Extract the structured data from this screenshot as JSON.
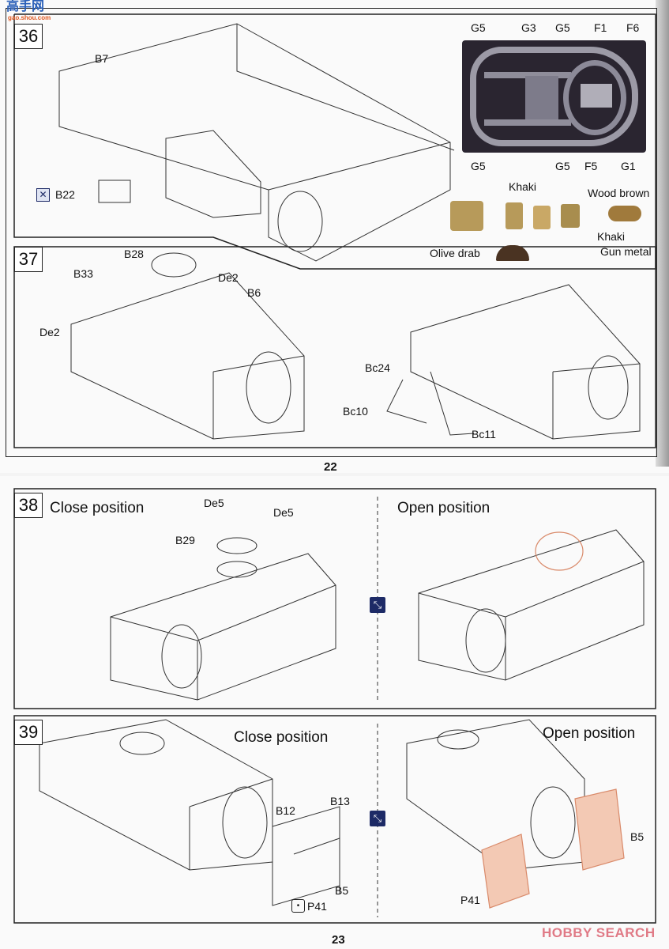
{
  "watermark_top": {
    "text": "高手网",
    "url_text": "gao.shou.com"
  },
  "watermark_bottom": "HOBBY SEARCH",
  "pages": [
    {
      "number": "22"
    },
    {
      "number": "23"
    }
  ],
  "steps": {
    "s36": {
      "number": "36",
      "labels": {
        "b7": "B7",
        "b22": "B22"
      },
      "photo_labels": [
        "G5",
        "G3",
        "G5",
        "F1",
        "F6",
        "G5",
        "G5",
        "F5",
        "G1"
      ],
      "paint": {
        "khaki": "Khaki",
        "wood_brown": "Wood brown",
        "khaki2": "Khaki",
        "gun_metal": "Gun metal",
        "olive_drab": "Olive drab"
      }
    },
    "s37": {
      "number": "37",
      "labels": {
        "b28": "B28",
        "b33": "B33",
        "de2a": "De2",
        "b6": "B6",
        "de2b": "De2",
        "bc24": "Bc24",
        "bc10": "Bc10",
        "bc11": "Bc11"
      }
    },
    "s38": {
      "number": "38",
      "close": "Close position",
      "open": "Open position",
      "labels": {
        "de5a": "De5",
        "de5b": "De5",
        "b29": "B29"
      }
    },
    "s39": {
      "number": "39",
      "close": "Close position",
      "open": "Open position",
      "labels": {
        "b12": "B12",
        "b13": "B13",
        "b5a": "B5",
        "p41a": "P41",
        "b5b": "B5",
        "p41b": "P41"
      }
    }
  },
  "colors": {
    "arrow_box": "#1d2a66",
    "photo_eyes": "#9c9aa6",
    "khaki": "#b79a5a",
    "olive_drab": "#4a3322",
    "open_part": "#d98a6a"
  }
}
